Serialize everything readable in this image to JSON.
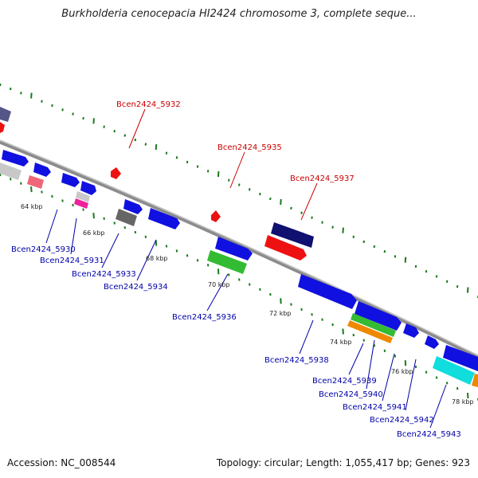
{
  "title": "Burkholderia cenocepacia HI2424 chromosome 3, complete seque...",
  "footer": {
    "accession": "Accession: NC_008544",
    "topology": "Topology: circular; Length: 1,055,417 bp; Genes: 923"
  },
  "colors": {
    "backbone": "#8c8c8c",
    "tick": "#1a7a1a",
    "plus_label": "#cc0000",
    "minus_label": "#0000aa",
    "blue": "#1010e0",
    "red": "#ee1111",
    "navy": "#101070",
    "green": "#33bb33",
    "orange": "#ee8800",
    "cyan": "#11dddd",
    "gray": "#666666",
    "lightgray": "#c8c8c8",
    "pink": "#ee6677",
    "magenta": "#ee2299",
    "purple": "#555588"
  },
  "kbp_labels": [
    "64 kbp",
    "66 kbp",
    "68 kbp",
    "70 kbp",
    "72 kbp",
    "74 kbp",
    "76 kbp",
    "78 kbp"
  ],
  "gene_labels": {
    "plus": [
      "Bcen2424_5932",
      "Bcen2424_5935",
      "Bcen2424_5937"
    ],
    "minus": [
      "Bcen2424_5930",
      "Bcen2424_5931",
      "Bcen2424_5933",
      "Bcen2424_5934",
      "Bcen2424_5936",
      "Bcen2424_5938",
      "Bcen2424_5939",
      "Bcen2424_5940",
      "Bcen2424_5941",
      "Bcen2424_5942",
      "Bcen2424_5943"
    ]
  }
}
